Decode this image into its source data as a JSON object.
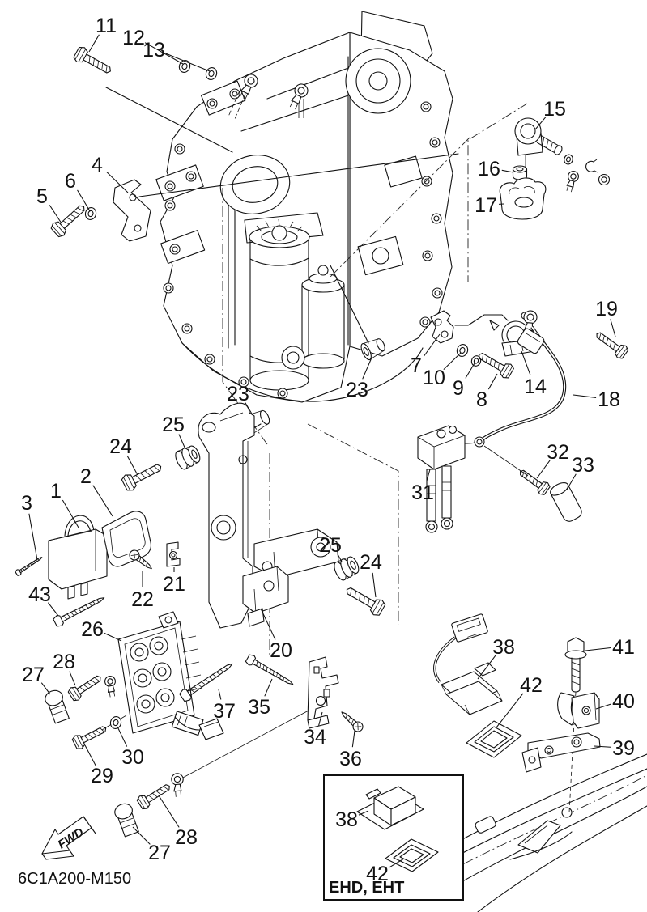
{
  "diagram": {
    "title": "exploded-parts-diagram",
    "code": "6C1A200-M150",
    "inset_label": "EHD, EHT",
    "fwd_label": "FWD",
    "colors": {
      "line": "#111111",
      "background": "#ffffff"
    },
    "callouts": [
      {
        "n": "1",
        "label": [
          69,
          606
        ],
        "target": [
          97,
          652
        ]
      },
      {
        "n": "2",
        "label": [
          106,
          588
        ],
        "target": [
          139,
          638
        ]
      },
      {
        "n": "3",
        "label": [
          33,
          621
        ],
        "target": [
          46,
          692
        ]
      },
      {
        "n": "4",
        "label": [
          120,
          203
        ],
        "target": [
          158,
          238
        ]
      },
      {
        "n": "5",
        "label": [
          52,
          242
        ],
        "target": [
          76,
          276
        ]
      },
      {
        "n": "6",
        "label": [
          87,
          223
        ],
        "target": [
          111,
          261
        ]
      },
      {
        "n": "7",
        "label": [
          514,
          451
        ],
        "target": [
          543,
          413
        ]
      },
      {
        "n": "8",
        "label": [
          595,
          493
        ],
        "target": [
          614,
          462
        ]
      },
      {
        "n": "9",
        "label": [
          566,
          479
        ],
        "target": [
          586,
          449
        ]
      },
      {
        "n": "10",
        "label": [
          536,
          466
        ],
        "target": [
          569,
          436
        ]
      },
      {
        "n": "11",
        "label": [
          131,
          31
        ],
        "target": [
          110,
          64
        ]
      },
      {
        "n": "12",
        "label": [
          165,
          46
        ],
        "target": [
          226,
          79
        ]
      },
      {
        "n": "13",
        "label": [
          190,
          61
        ],
        "target": [
          259,
          88
        ]
      },
      {
        "n": "14",
        "label": [
          661,
          477
        ],
        "target": [
          644,
          434
        ]
      },
      {
        "n": "15",
        "label": [
          685,
          134
        ],
        "target": [
          661,
          160
        ]
      },
      {
        "n": "16",
        "label": [
          604,
          208
        ],
        "target": [
          634,
          213
        ]
      },
      {
        "n": "17",
        "label": [
          600,
          253
        ],
        "target": [
          622,
          252
        ]
      },
      {
        "n": "18",
        "label": [
          752,
          493
        ],
        "target": [
          708,
          488
        ]
      },
      {
        "n": "19",
        "label": [
          749,
          381
        ],
        "target": [
          760,
          416
        ]
      },
      {
        "n": "20",
        "label": [
          347,
          803
        ],
        "target": [
          322,
          752
        ]
      },
      {
        "n": "21",
        "label": [
          215,
          721
        ],
        "target": [
          215,
          701
        ]
      },
      {
        "n": "22",
        "label": [
          176,
          740
        ],
        "target": [
          176,
          705
        ]
      },
      {
        "n": "23",
        "label": [
          294,
          486
        ],
        "target": [
          312,
          513
        ]
      },
      {
        "n": "23",
        "label": [
          441,
          481
        ],
        "target": [
          459,
          442
        ]
      },
      {
        "n": "24",
        "label": [
          149,
          551
        ],
        "target": [
          170,
          587
        ]
      },
      {
        "n": "24",
        "label": [
          458,
          694
        ],
        "target": [
          464,
          738
        ]
      },
      {
        "n": "25",
        "label": [
          214,
          524
        ],
        "target": [
          229,
          555
        ]
      },
      {
        "n": "25",
        "label": [
          408,
          673
        ],
        "target": [
          422,
          694
        ]
      },
      {
        "n": "26",
        "label": [
          114,
          777
        ],
        "target": [
          150,
          792
        ]
      },
      {
        "n": "27",
        "label": [
          41,
          833
        ],
        "target": [
          62,
          858
        ]
      },
      {
        "n": "27",
        "label": [
          197,
          1053
        ],
        "target": [
          164,
          1022
        ]
      },
      {
        "n": "28",
        "label": [
          79,
          817
        ],
        "target": [
          93,
          847
        ]
      },
      {
        "n": "28",
        "label": [
          230,
          1034
        ],
        "target": [
          196,
          983
        ]
      },
      {
        "n": "29",
        "label": [
          126,
          958
        ],
        "target": [
          105,
          921
        ]
      },
      {
        "n": "30",
        "label": [
          164,
          935
        ],
        "target": [
          145,
          898
        ]
      },
      {
        "n": "31",
        "label": [
          522,
          608
        ],
        "target": [
          531,
          580
        ]
      },
      {
        "n": "32",
        "label": [
          689,
          558
        ],
        "target": [
          663,
          591
        ]
      },
      {
        "n": "33",
        "label": [
          720,
          574
        ],
        "target": [
          700,
          605
        ]
      },
      {
        "n": "34",
        "label": [
          389,
          910
        ],
        "target": [
          398,
          880
        ]
      },
      {
        "n": "35",
        "label": [
          320,
          873
        ],
        "target": [
          336,
          839
        ]
      },
      {
        "n": "36",
        "label": [
          433,
          937
        ],
        "target": [
          438,
          903
        ]
      },
      {
        "n": "37",
        "label": [
          277,
          878
        ],
        "target": [
          270,
          852
        ]
      },
      {
        "n": "38",
        "label": [
          622,
          799
        ],
        "target": [
          590,
          839
        ]
      },
      {
        "n": "38",
        "label": [
          428,
          1012
        ],
        "target": [
          455,
          1002
        ]
      },
      {
        "n": "39",
        "label": [
          770,
          924
        ],
        "target": [
          734,
          922
        ]
      },
      {
        "n": "40",
        "label": [
          770,
          866
        ],
        "target": [
          736,
          876
        ]
      },
      {
        "n": "41",
        "label": [
          770,
          799
        ],
        "target": [
          723,
          804
        ]
      },
      {
        "n": "42",
        "label": [
          656,
          846
        ],
        "target": [
          613,
          899
        ]
      },
      {
        "n": "42",
        "label": [
          466,
          1079
        ],
        "target": [
          499,
          1061
        ]
      },
      {
        "n": "43",
        "label": [
          49,
          734
        ],
        "target": [
          72,
          761
        ]
      }
    ]
  }
}
